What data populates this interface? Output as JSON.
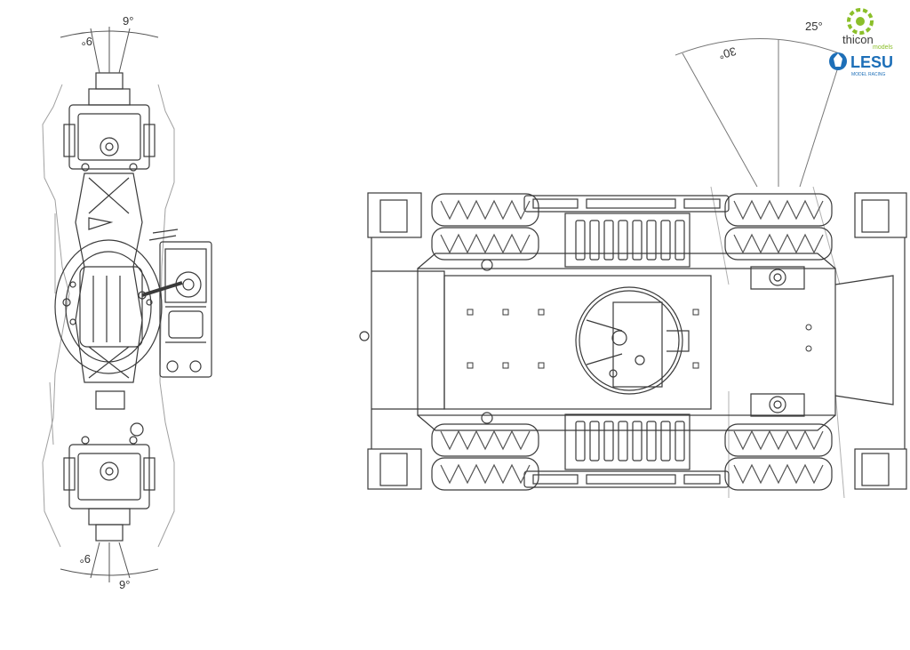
{
  "labels": {
    "axle_top_left": "9°",
    "axle_top_right": "9°",
    "axle_bottom_left": "9°",
    "axle_bottom_right": "9°",
    "chassis_inner_angle": "30°",
    "chassis_outer_angle": "25°"
  },
  "logos": {
    "thicon_word": "thicon",
    "thicon_sub": "models",
    "lesu_word": "LESU",
    "lesu_sub": "MODEL RACING"
  },
  "colors": {
    "line": "#3a3a3a",
    "light_line": "#9a9a9a",
    "thicon_green": "#8bbf2a",
    "lesu_blue": "#1d6fb8"
  }
}
